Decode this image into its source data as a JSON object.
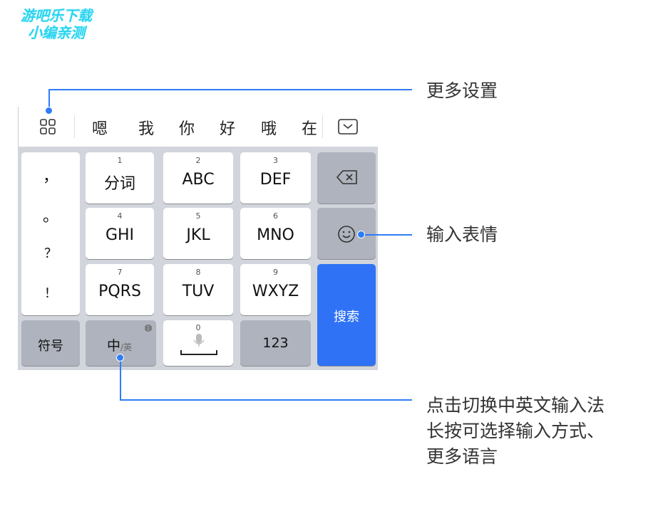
{
  "watermark": {
    "line1": "游吧乐下载",
    "line2": "小编亲测"
  },
  "candidates": [
    "嗯",
    "我",
    "你",
    "好",
    "哦",
    "在"
  ],
  "keys": {
    "punct": [
      "，",
      "。",
      "？",
      "！"
    ],
    "row1": [
      {
        "num": "1",
        "label": "分词"
      },
      {
        "num": "2",
        "label": "ABC"
      },
      {
        "num": "3",
        "label": "DEF"
      }
    ],
    "row2": [
      {
        "num": "4",
        "label": "GHI"
      },
      {
        "num": "5",
        "label": "JKL"
      },
      {
        "num": "6",
        "label": "MNO"
      }
    ],
    "row3": [
      {
        "num": "7",
        "label": "PQRS"
      },
      {
        "num": "8",
        "label": "TUV"
      },
      {
        "num": "9",
        "label": "WXYZ"
      }
    ],
    "symbols": "符号",
    "zh": "中",
    "en": "/英",
    "space_num": "0",
    "num123": "123",
    "search": "搜索"
  },
  "annotations": {
    "more_settings": "更多设置",
    "emoji": "输入表情",
    "switch": [
      "点击切换中英文输入法",
      "长按可选择输入方式、",
      "更多语言"
    ]
  },
  "colors": {
    "accent": "#2e7cf6",
    "search_key": "#2f72f6"
  }
}
